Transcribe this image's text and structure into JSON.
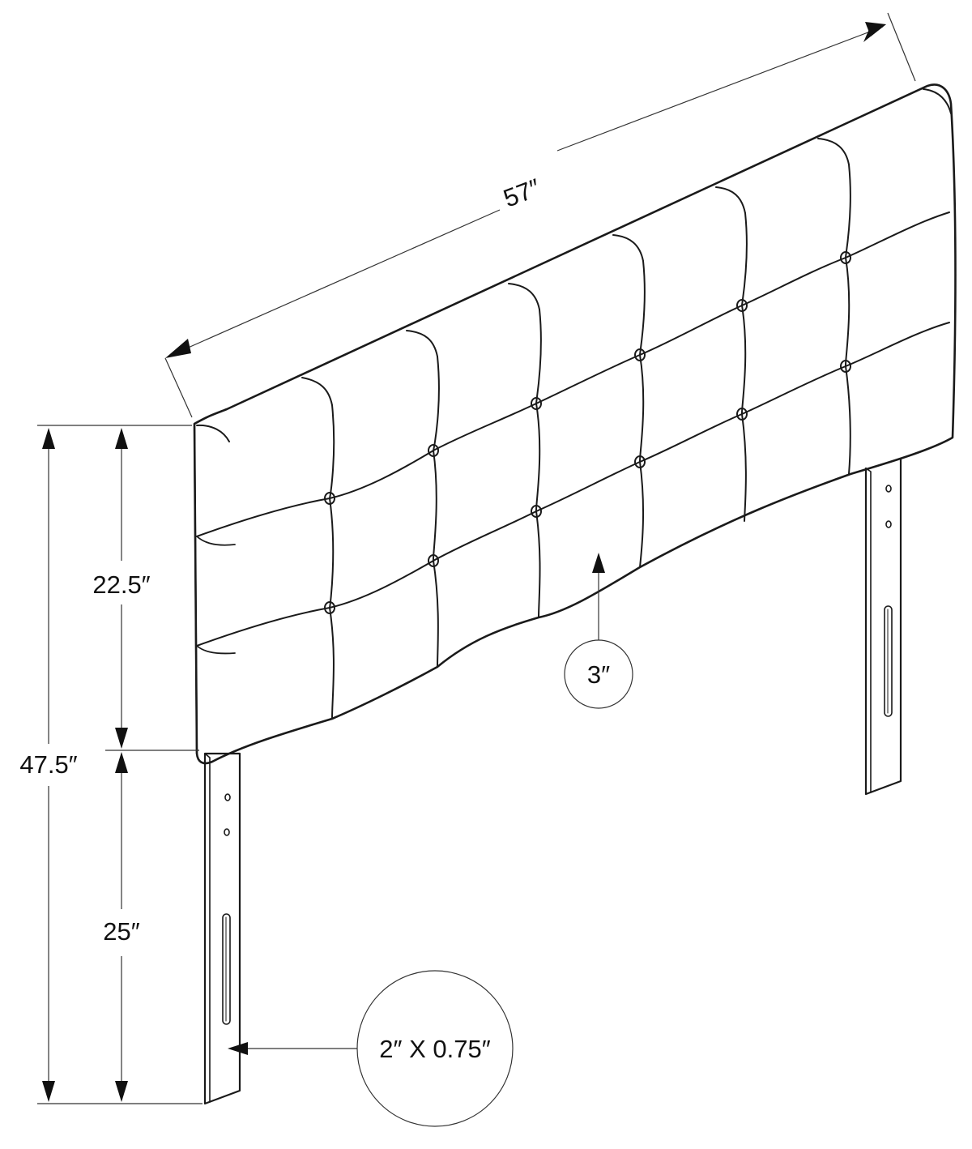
{
  "dimensions": {
    "width": "57″",
    "panel_height": "22.5″",
    "total_height": "47.5″",
    "leg_height": "25″",
    "panel_thickness": "3″",
    "leg_size": "2″ X 0.75″"
  },
  "colors": {
    "line": "#1a1a1a",
    "background": "#ffffff"
  }
}
